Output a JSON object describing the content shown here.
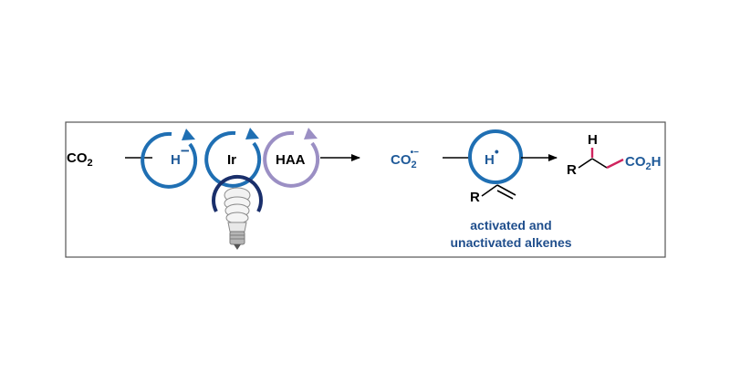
{
  "reactant": {
    "formula": "CO",
    "subscript": "2"
  },
  "cycles": [
    {
      "label": "H",
      "superscript": "−",
      "color": "#1f6fb3"
    },
    {
      "label": "Ir",
      "superscript": "",
      "color": "#1f6fb3"
    },
    {
      "label": "HAA",
      "superscript": "",
      "color": "#9b8fc4"
    }
  ],
  "radical_anion": {
    "formula": "CO",
    "subscript": "2",
    "superscript": "•−",
    "color": "#1f5a99"
  },
  "hat_cycle": {
    "label": "H",
    "superscript": "•",
    "color": "#1f6fb3"
  },
  "alkene": {
    "substituent": "R"
  },
  "substrate_caption": {
    "line1": "activated and",
    "line2": "unactivated alkenes",
    "color": "#1f4e8c"
  },
  "product": {
    "substituent": "R",
    "hydrogen": "H",
    "acid": "CO",
    "acid_subscript": "2",
    "acid_tail": "H",
    "highlight_color": "#d0245e",
    "acid_color": "#1f5a99"
  },
  "colors": {
    "cycle_blue": "#1f6fb3",
    "bulb_ring": "#1a2f6b",
    "haa_purple": "#9b8fc4",
    "frame": "#555555"
  },
  "icons": [
    "light-bulb-icon",
    "arrow-right-icon"
  ]
}
